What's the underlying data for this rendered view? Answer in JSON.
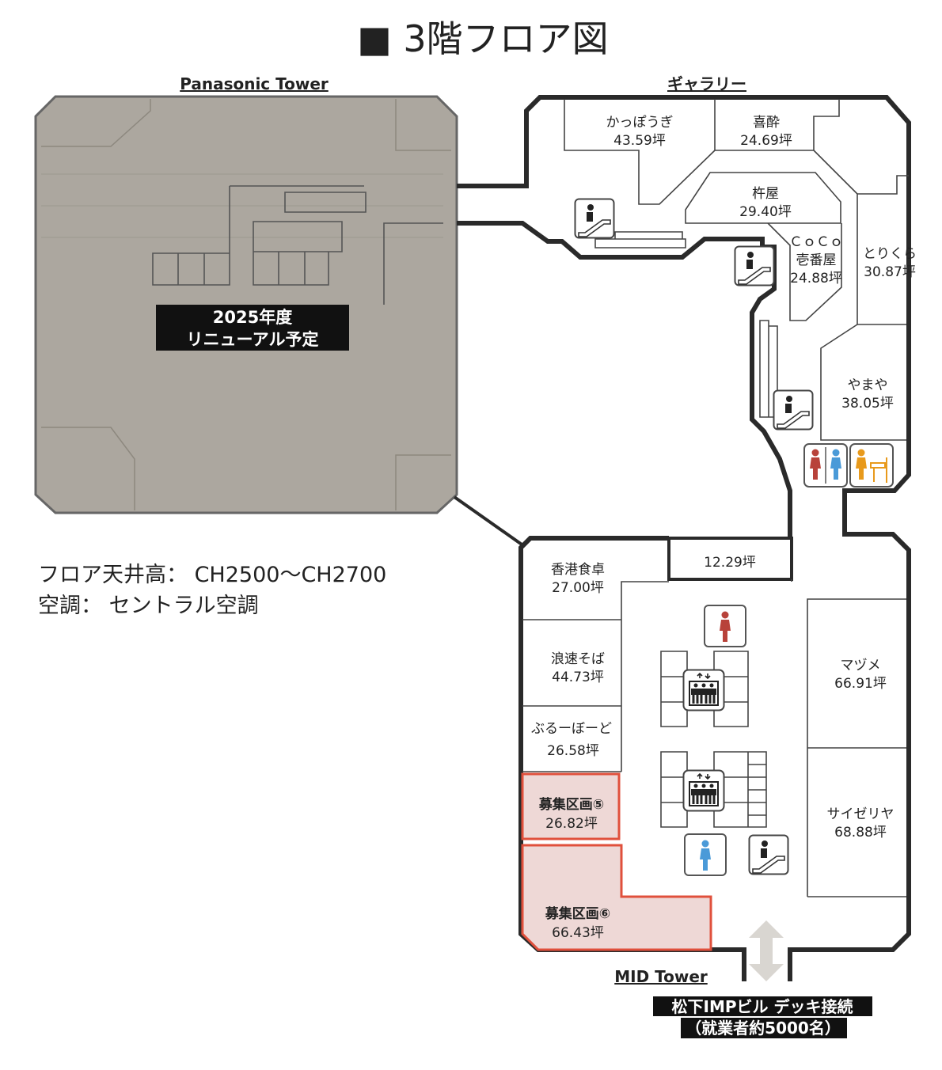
{
  "title": "■ 3階フロア図",
  "labels": {
    "panasonic_tower": "Panasonic Tower",
    "gallery": "ギャラリー",
    "mid_tower": "MID Tower"
  },
  "renewal_notice": {
    "line1": "2025年度",
    "line2": "リニューアル予定"
  },
  "info": {
    "ceiling": "フロア天井高：  CH2500～CH2700",
    "aircon": "空調：  セントラル空調"
  },
  "connection": {
    "line1": "松下IMPビル  デッキ接続",
    "line2": "（就業者約5000名）"
  },
  "shops": {
    "kappougi": {
      "name": "かっぽうぎ",
      "area": "43.59坪"
    },
    "kisui": {
      "name": "喜酔",
      "area": "24.69坪"
    },
    "kineya": {
      "name": "杵屋",
      "area": "29.40坪"
    },
    "coco": {
      "name1": "ＣｏＣｏ",
      "name2": "壱番屋",
      "area": "24.88坪"
    },
    "torikura": {
      "name": "とりくら",
      "area": "30.87坪"
    },
    "yamaya": {
      "name": "やまや",
      "area": "38.05坪"
    },
    "unnamed": {
      "area": "12.29坪"
    },
    "hongkong": {
      "name": "香港食卓",
      "area": "27.00坪"
    },
    "naniwa": {
      "name": "浪速そば",
      "area": "44.73坪"
    },
    "blueboard": {
      "name": "ぶるーぼーど",
      "area": "26.58坪"
    },
    "vacant5": {
      "name": "募集区画⑤",
      "area": "26.82坪"
    },
    "vacant6": {
      "name": "募集区画⑥",
      "area": "66.43坪"
    },
    "mazume": {
      "name": "マヅメ",
      "area": "66.91坪"
    },
    "saizeriya": {
      "name": "サイゼリヤ",
      "area": "68.88坪"
    }
  },
  "colors": {
    "renewal_block": "#aca79f",
    "vacant_fill": "#eed8d6",
    "vacant_border": "#e0503c",
    "female": "#b8423a",
    "male": "#4a9ad8",
    "baby": "#e89a1c"
  }
}
